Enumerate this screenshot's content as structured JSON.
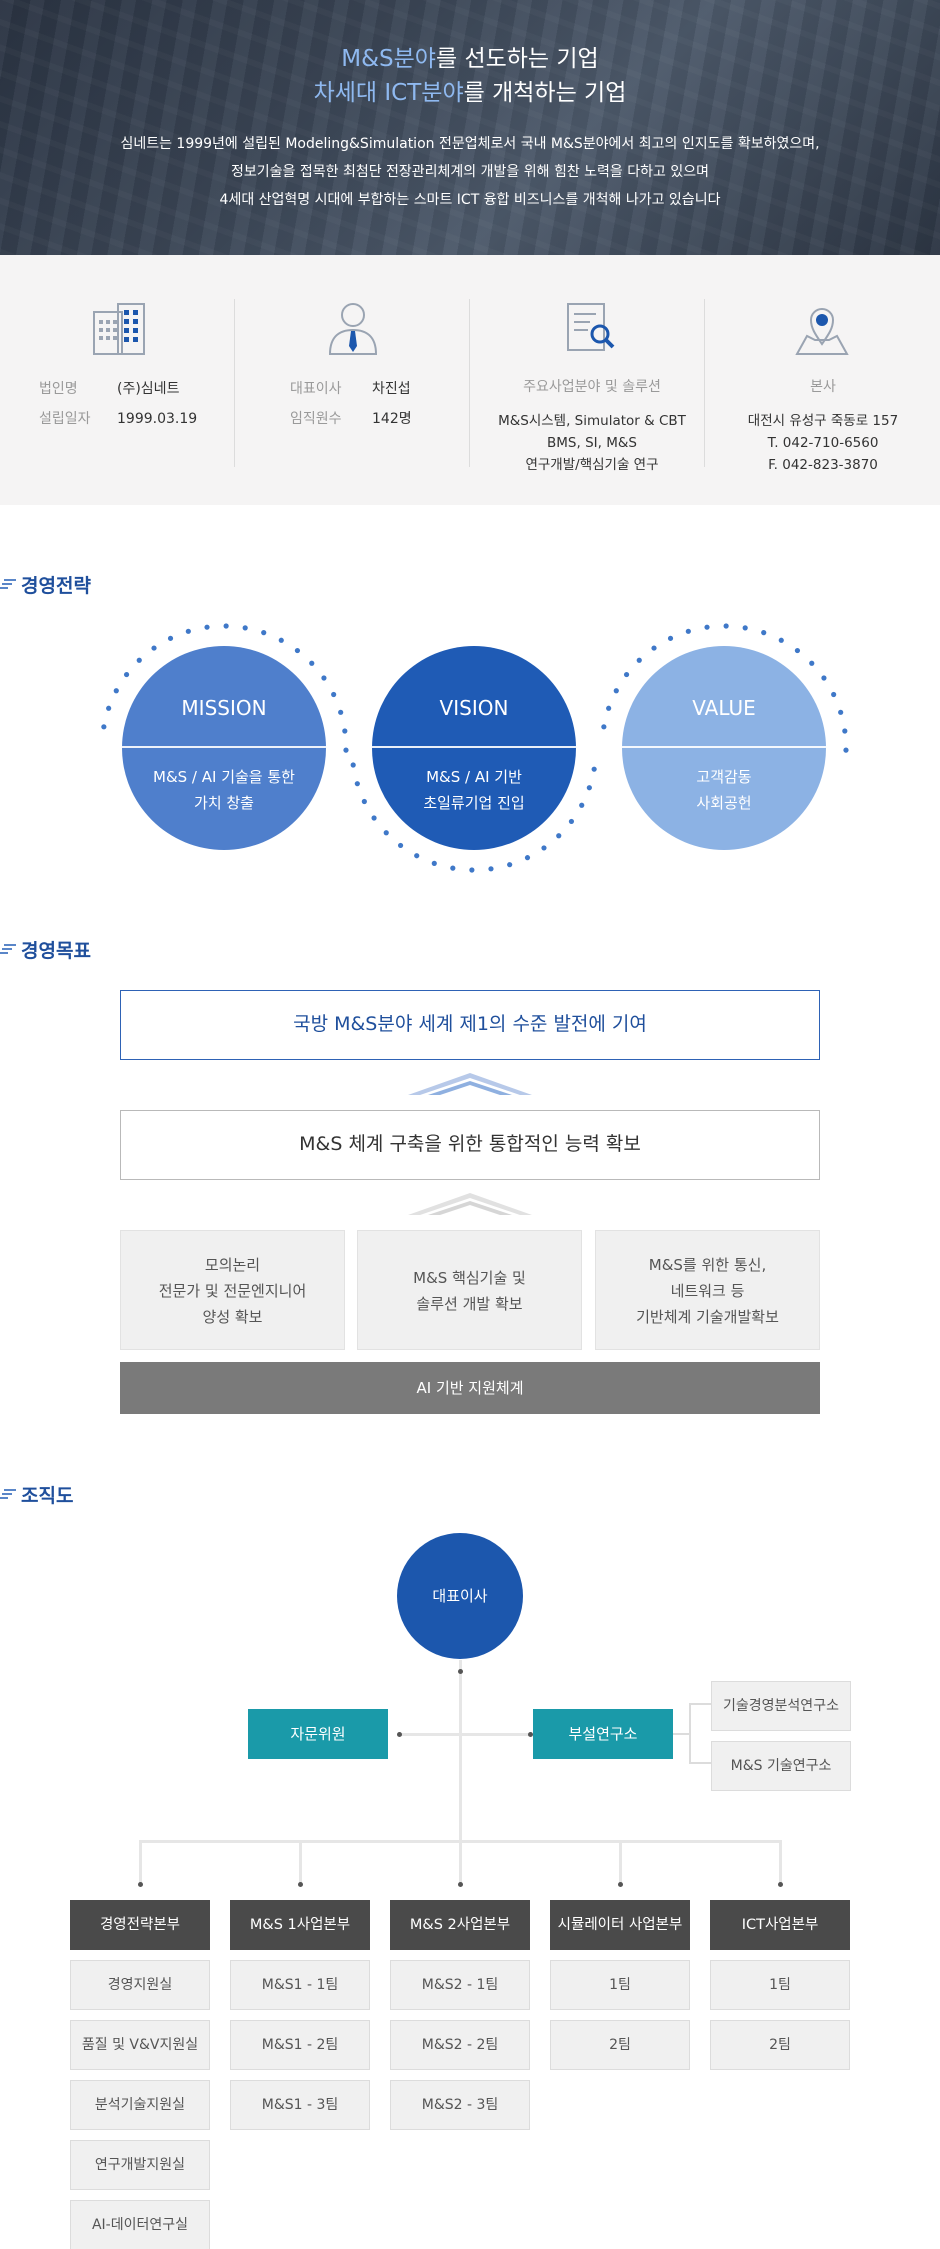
{
  "hero": {
    "title_line1_highlight": "M&S분야",
    "title_line1_rest": "를 선도하는 기업",
    "title_line2_highlight": "차세대 ICT분야",
    "title_line2_rest": "를 개척하는 기업",
    "desc": [
      "심네트는 1999년에 설립된 Modeling&Simulation 전문업체로서 국내 M&S분야에서 최고의 인지도를 확보하였으며,",
      "정보기술을 접목한 최첨단 전장관리체계의 개발을 위해 힘찬 노력을 다하고 있으며",
      "4세대 산업혁명 시대에 부합하는 스마트 ICT 융합 비즈니스를 개척해 나가고 있습니다"
    ]
  },
  "info": {
    "company": {
      "rows": [
        {
          "key": "법인명",
          "value": "(주)심네트"
        },
        {
          "key": "설립일자",
          "value": "1999.03.19"
        }
      ]
    },
    "people": {
      "rows": [
        {
          "key": "대표이사",
          "value": "차진섭"
        },
        {
          "key": "임직원수",
          "value": "142명"
        }
      ]
    },
    "business": {
      "heading": "주요사업분야 및 솔루션",
      "lines": [
        "M&S시스템, Simulator & CBT",
        "BMS, SI, M&S",
        "연구개발/핵심기술 연구"
      ]
    },
    "hq": {
      "heading": "본사",
      "lines": [
        "대전시 유성구 죽동로 157",
        "T. 042-710-6560",
        "F. 042-823-3870"
      ]
    }
  },
  "strategy": {
    "heading": "경영전략",
    "circles": [
      {
        "title": "MISSION",
        "lines": [
          "M&S / AI 기술을 통한",
          "가치 창출"
        ],
        "color": "#4f7fcc"
      },
      {
        "title": "VISION",
        "lines": [
          "M&S / AI 기반",
          "초일류기업 진입"
        ],
        "color": "#1f5bb5"
      },
      {
        "title": "VALUE",
        "lines": [
          "고객감동",
          "사회공헌"
        ],
        "color": "#8cb2e4"
      }
    ]
  },
  "goals": {
    "heading": "경영목표",
    "top": "국방 M&S분야 세계 제1의 수준 발전에 기여",
    "middle": "M&S 체계 구축을 위한 통합적인 능력 확보",
    "pillars": [
      [
        "모의논리",
        "전문가 및 전문엔지니어",
        "양성 확보"
      ],
      [
        "M&S 핵심기술 및",
        "솔루션 개발 확보"
      ],
      [
        "M&S를 위한 통신,",
        "네트워크 등",
        "기반체계 기술개발확보"
      ]
    ],
    "base": "AI 기반 지원체계"
  },
  "org": {
    "heading": "조직도",
    "ceo": "대표이사",
    "advisory": "자문위원",
    "institute": "부설연구소",
    "institute_subs": [
      "기술경영분석연구소",
      "M&S 기술연구소"
    ],
    "divisions": [
      {
        "name": "경영전략본부",
        "teams": [
          "경영지원실",
          "품질 및 V&V지원실",
          "분석기술지원실",
          "연구개발지원실",
          "AI-데이터연구실"
        ]
      },
      {
        "name": "M&S 1사업본부",
        "teams": [
          "M&S1 - 1팀",
          "M&S1 - 2팀",
          "M&S1 - 3팀"
        ]
      },
      {
        "name": "M&S 2사업본부",
        "teams": [
          "M&S2 - 1팀",
          "M&S2 - 2팀",
          "M&S2 - 3팀"
        ]
      },
      {
        "name": "시뮬레이터 사업본부",
        "teams": [
          "1팀",
          "2팀"
        ]
      },
      {
        "name": "ICT사업본부",
        "teams": [
          "1팀",
          "2팀"
        ]
      }
    ]
  }
}
